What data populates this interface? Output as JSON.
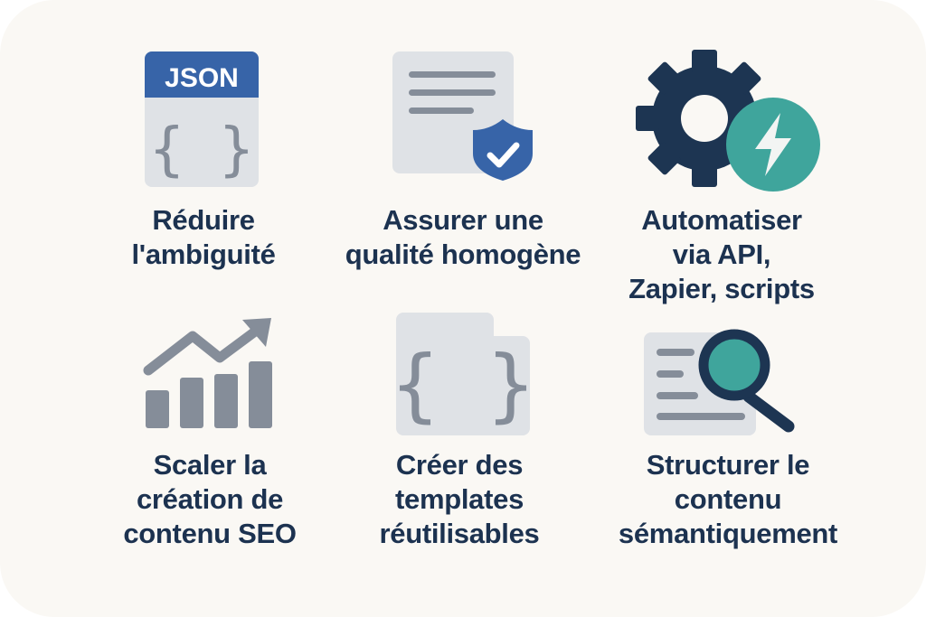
{
  "colors": {
    "background": "#faf8f4",
    "text": "#1c3250",
    "blue": "#3764a8",
    "gray_light": "#dfe2e6",
    "gray_mid": "#858d99",
    "navy": "#1d3552",
    "teal": "#3fa59c"
  },
  "items": [
    {
      "id": "reduce-ambiguity",
      "icon": "json-document-icon",
      "icon_text": "JSON",
      "icon_braces": "{ }",
      "lines": [
        "Réduire",
        "l'ambiguité"
      ]
    },
    {
      "id": "consistent-quality",
      "icon": "document-shield-check-icon",
      "lines": [
        "Assurer une",
        "qualité homogène"
      ]
    },
    {
      "id": "automate",
      "icon": "gear-lightning-icon",
      "lines": [
        "Automatiser",
        "via API,",
        "Zapier, scripts"
      ]
    },
    {
      "id": "scale-seo",
      "icon": "growth-chart-icon",
      "lines": [
        "Scaler la",
        "création de",
        "contenu SEO"
      ]
    },
    {
      "id": "templates",
      "icon": "template-braces-icon",
      "icon_braces": "{ }",
      "lines": [
        "Créer des",
        "templates",
        "réutilisables"
      ]
    },
    {
      "id": "semantic-structure",
      "icon": "document-magnifier-icon",
      "lines": [
        "Structurer le",
        "contenu",
        "sémantiquement"
      ]
    }
  ]
}
